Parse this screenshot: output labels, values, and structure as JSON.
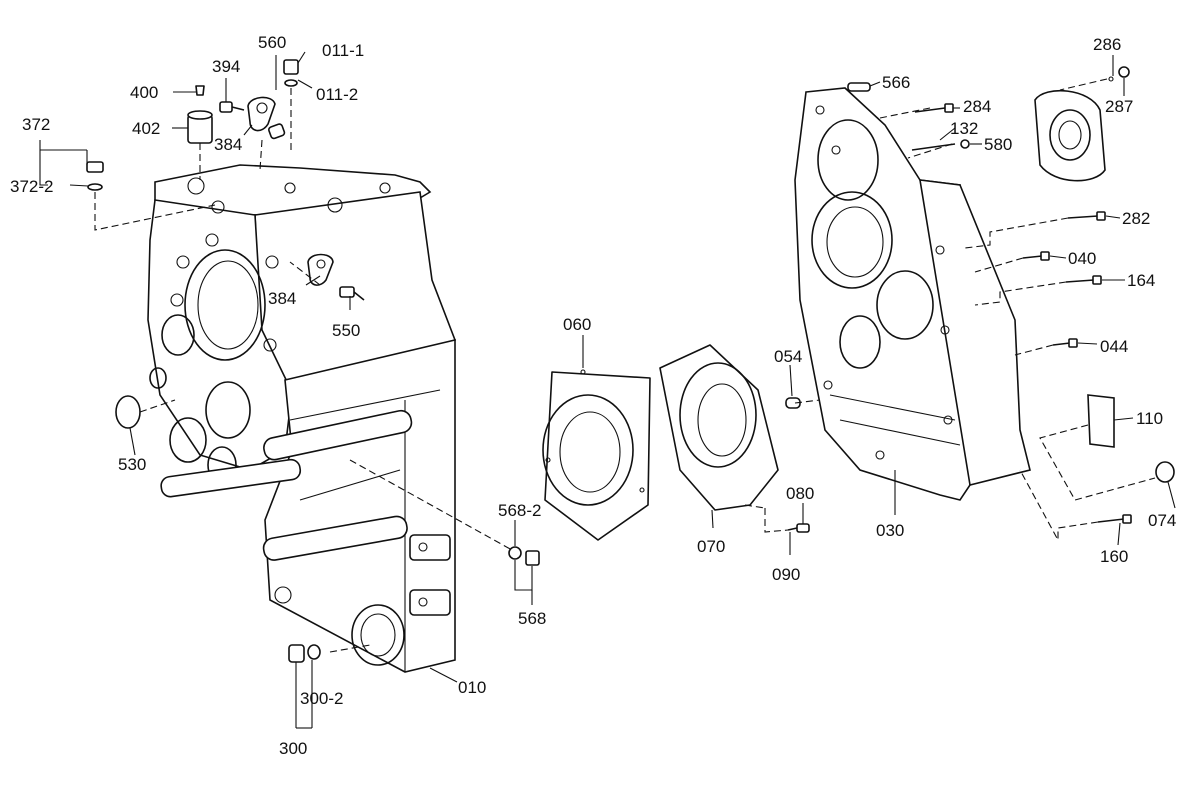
{
  "callouts": {
    "c_560": "560",
    "c_011_1": "011-1",
    "c_011_2": "011-2",
    "c_394": "394",
    "c_400": "400",
    "c_402": "402",
    "c_384_top": "384",
    "c_372": "372",
    "c_372_2": "372-2",
    "c_384_mid": "384",
    "c_550": "550",
    "c_530": "530",
    "c_060": "060",
    "c_054": "054",
    "c_568_2": "568-2",
    "c_568": "568",
    "c_070": "070",
    "c_080": "080",
    "c_090": "090",
    "c_010": "010",
    "c_300_2": "300-2",
    "c_300": "300",
    "c_566": "566",
    "c_284": "284",
    "c_132": "132",
    "c_580": "580",
    "c_286": "286",
    "c_287": "287",
    "c_282": "282",
    "c_040": "040",
    "c_164": "164",
    "c_044": "044",
    "c_110": "110",
    "c_030": "030",
    "c_074": "074",
    "c_160": "160"
  }
}
